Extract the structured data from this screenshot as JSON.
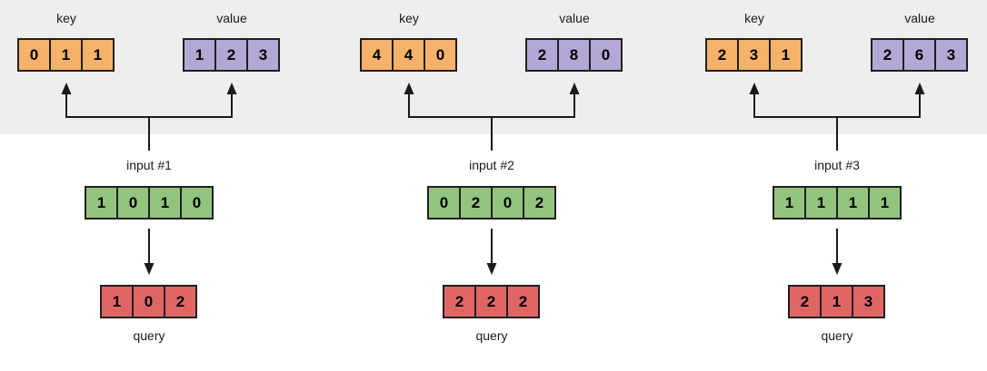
{
  "colors": {
    "band": "#eeeeee",
    "key": "#f6b26b",
    "value": "#b4a7d6",
    "input": "#93c47d",
    "query": "#e06666",
    "line": "#1a1a1a",
    "border": "#1f1f1f"
  },
  "groups": [
    {
      "key_label": "key",
      "value_label": "value",
      "input_label": "input #1",
      "query_label": "query",
      "key": [
        "0",
        "1",
        "1"
      ],
      "value": [
        "1",
        "2",
        "3"
      ],
      "input": [
        "1",
        "0",
        "1",
        "0"
      ],
      "query": [
        "1",
        "0",
        "2"
      ]
    },
    {
      "key_label": "key",
      "value_label": "value",
      "input_label": "input #2",
      "query_label": "query",
      "key": [
        "4",
        "4",
        "0"
      ],
      "value": [
        "2",
        "8",
        "0"
      ],
      "input": [
        "0",
        "2",
        "0",
        "2"
      ],
      "query": [
        "2",
        "2",
        "2"
      ]
    },
    {
      "key_label": "key",
      "value_label": "value",
      "input_label": "input #3",
      "query_label": "query",
      "key": [
        "2",
        "3",
        "1"
      ],
      "value": [
        "2",
        "6",
        "3"
      ],
      "input": [
        "1",
        "1",
        "1",
        "1"
      ],
      "query": [
        "2",
        "1",
        "3"
      ]
    }
  ]
}
